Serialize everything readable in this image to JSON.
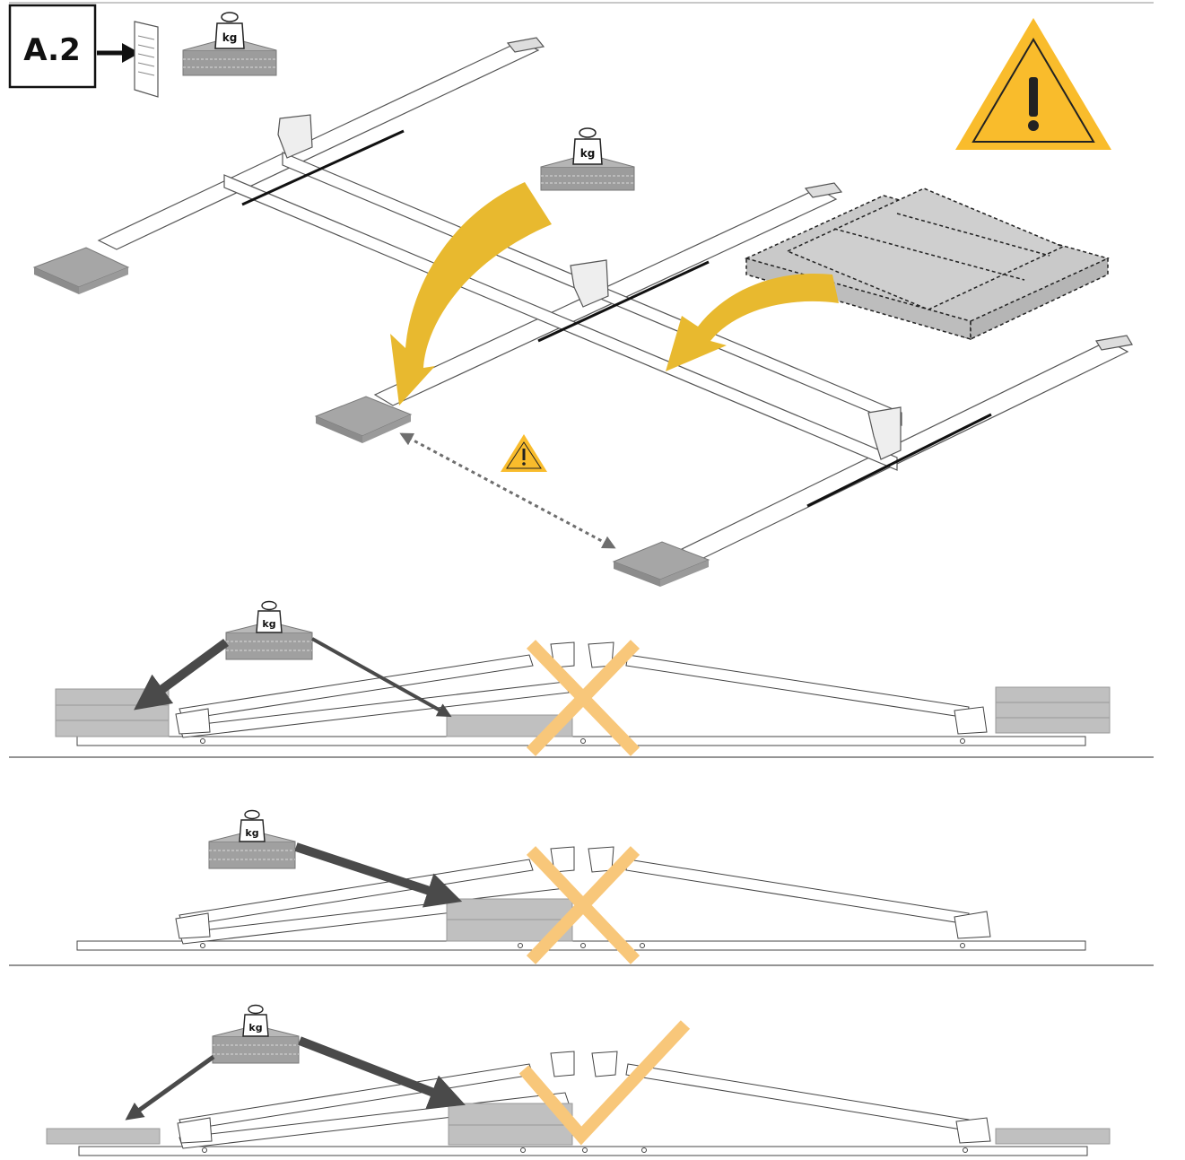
{
  "step": {
    "label": "A.2"
  },
  "weight": {
    "unit": "kg"
  },
  "colors": {
    "arrow_yellow": "#E8B92F",
    "warning_yellow": "#F9BC2C",
    "wrong_mark": "#F8C77A",
    "correct_mark": "#F8C77A",
    "block_gray": "#AEAEAE",
    "arrow_dark": "#4A4A4A"
  },
  "icons": {
    "document": "document-icon",
    "weight": "weight-icon",
    "warning": "warning-icon",
    "wrong": "cross-mark-icon",
    "correct": "check-mark-icon"
  },
  "scenarios": [
    {
      "result": "wrong"
    },
    {
      "result": "wrong"
    },
    {
      "result": "correct"
    }
  ]
}
